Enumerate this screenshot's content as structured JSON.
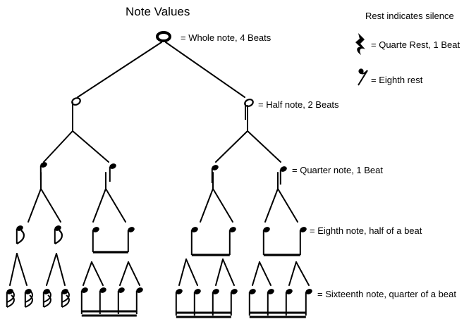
{
  "title": "Note Values",
  "rest_heading": "Rest indicates silence",
  "labels": {
    "whole": "= Whole note, 4 Beats",
    "half": "= Half note, 2 Beats",
    "quarter": "= Quarter note, 1 Beat",
    "eighth": "= Eighth note, half of a beat",
    "sixteenth": "= Sixteenth note, quarter of a beat"
  },
  "rests": {
    "quarter": "= Quarte Rest, 1 Beat",
    "eighth": "= Eighth rest"
  }
}
